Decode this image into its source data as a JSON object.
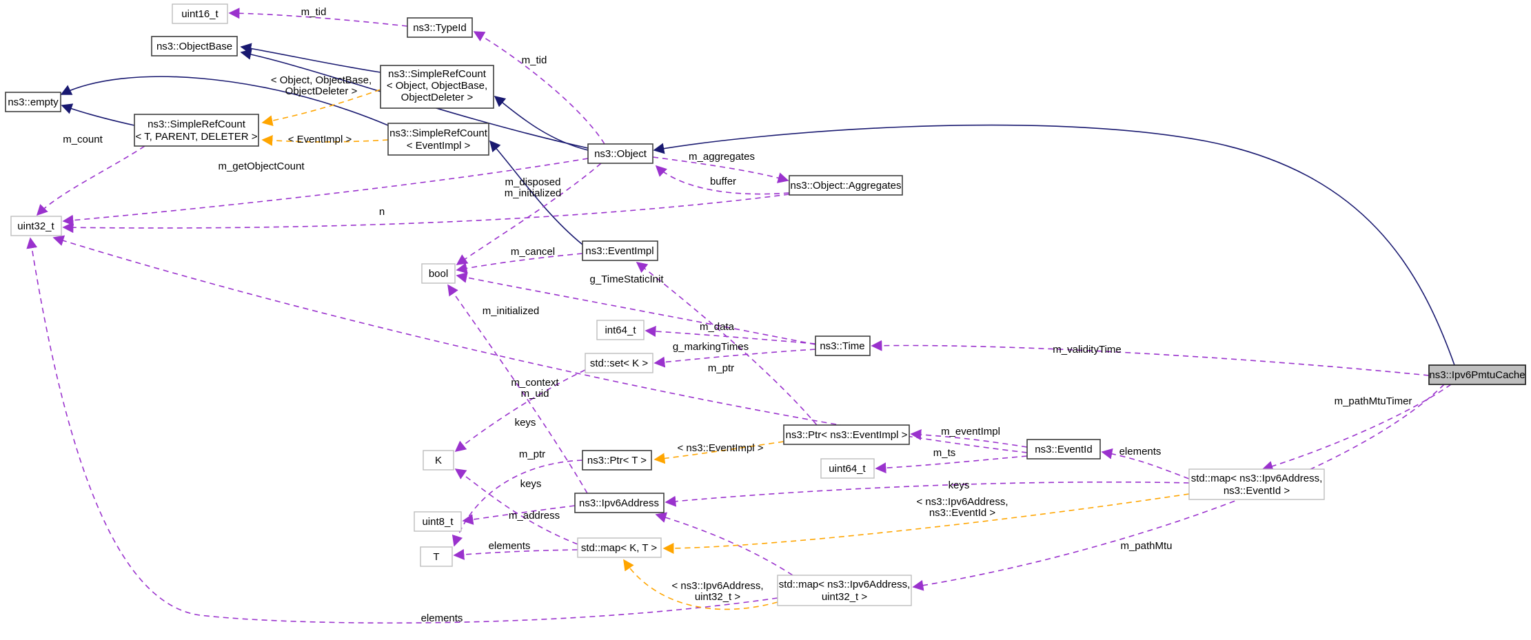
{
  "diagram": {
    "title": "ns3::Ipv6PmtuCache collaboration graph",
    "colors": {
      "inheritance_edge": "#191970",
      "usage_edge": "#9a32cd",
      "template_edge": "#ffa500",
      "node_border_dark": "#3d3d3d",
      "node_border_light": "#bdbdbd",
      "main_node_fill": "#bfbfbf",
      "background": "#ffffff"
    },
    "nodes": [
      {
        "id": "uint16-t",
        "style": "light",
        "lines": [
          "uint16_t"
        ]
      },
      {
        "id": "typeid",
        "style": "dark",
        "lines": [
          "ns3::TypeId"
        ]
      },
      {
        "id": "objectbase",
        "style": "dark",
        "lines": [
          "ns3::ObjectBase"
        ]
      },
      {
        "id": "simplerefcount-object",
        "style": "dark",
        "lines": [
          "ns3::SimpleRefCount",
          "< Object, ObjectBase,",
          "ObjectDeleter >"
        ]
      },
      {
        "id": "empty",
        "style": "dark",
        "lines": [
          "ns3::empty"
        ]
      },
      {
        "id": "simplerefcount-template",
        "style": "dark",
        "lines": [
          "ns3::SimpleRefCount",
          "< T, PARENT, DELETER >"
        ]
      },
      {
        "id": "simplerefcount-eventimpl",
        "style": "dark",
        "lines": [
          "ns3::SimpleRefCount",
          "< EventImpl >"
        ]
      },
      {
        "id": "object",
        "style": "dark",
        "lines": [
          "ns3::Object"
        ]
      },
      {
        "id": "object-aggregates",
        "style": "dark",
        "lines": [
          "ns3::Object::Aggregates"
        ]
      },
      {
        "id": "uint32-t",
        "style": "light",
        "lines": [
          "uint32_t"
        ]
      },
      {
        "id": "bool",
        "style": "light",
        "lines": [
          "bool"
        ]
      },
      {
        "id": "eventimpl",
        "style": "dark",
        "lines": [
          "ns3::EventImpl"
        ]
      },
      {
        "id": "int64-t",
        "style": "light",
        "lines": [
          "int64_t"
        ]
      },
      {
        "id": "std-set-k",
        "style": "light",
        "lines": [
          "std::set< K >"
        ]
      },
      {
        "id": "time",
        "style": "dark",
        "lines": [
          "ns3::Time"
        ]
      },
      {
        "id": "ptr-eventimpl",
        "style": "dark",
        "lines": [
          "ns3::Ptr< ns3::EventImpl >"
        ]
      },
      {
        "id": "eventid",
        "style": "dark",
        "lines": [
          "ns3::EventId"
        ]
      },
      {
        "id": "uint64-t",
        "style": "light",
        "lines": [
          "uint64_t"
        ]
      },
      {
        "id": "k",
        "style": "light",
        "lines": [
          "K"
        ]
      },
      {
        "id": "ptr-t",
        "style": "dark",
        "lines": [
          "ns3::Ptr< T >"
        ]
      },
      {
        "id": "ipv6address",
        "style": "dark",
        "lines": [
          "ns3::Ipv6Address"
        ]
      },
      {
        "id": "uint8-t",
        "style": "light",
        "lines": [
          "uint8_t"
        ]
      },
      {
        "id": "t",
        "style": "light",
        "lines": [
          "T"
        ]
      },
      {
        "id": "std-map-kt",
        "style": "light",
        "lines": [
          "std::map< K, T >"
        ]
      },
      {
        "id": "std-map-ipv6-uint32",
        "style": "light",
        "lines": [
          "std::map< ns3::Ipv6Address,",
          "uint32_t >"
        ]
      },
      {
        "id": "std-map-ipv6-eventid",
        "style": "light",
        "lines": [
          "std::map< ns3::Ipv6Address,",
          "ns3::EventId >"
        ]
      },
      {
        "id": "ipv6pmtucache",
        "style": "main",
        "lines": [
          "ns3::Ipv6PmtuCache"
        ]
      }
    ],
    "edge_labels": [
      "m_tid",
      "m_tid",
      "< Object, ObjectBase,",
      "ObjectDeleter >",
      "< EventImpl >",
      "m_count",
      "m_getObjectCount",
      "m_aggregates",
      "buffer",
      "m_disposed",
      "m_initialized",
      "n",
      "m_cancel",
      "g_TimeStaticInit",
      "m_initialized",
      "m_data",
      "g_markingTimes",
      "m_ptr",
      "m_context",
      "m_uid",
      "keys",
      "m_ptr",
      "< ns3::EventImpl >",
      "m_eventImpl",
      "m_ts",
      "m_validityTime",
      "elements",
      "keys",
      "keys",
      "< ns3::Ipv6Address,",
      "ns3::EventId >",
      "m_address",
      "elements",
      "m_pathMtuTimer",
      "m_pathMtu",
      "< ns3::Ipv6Address,",
      "uint32_t >",
      "elements"
    ]
  }
}
